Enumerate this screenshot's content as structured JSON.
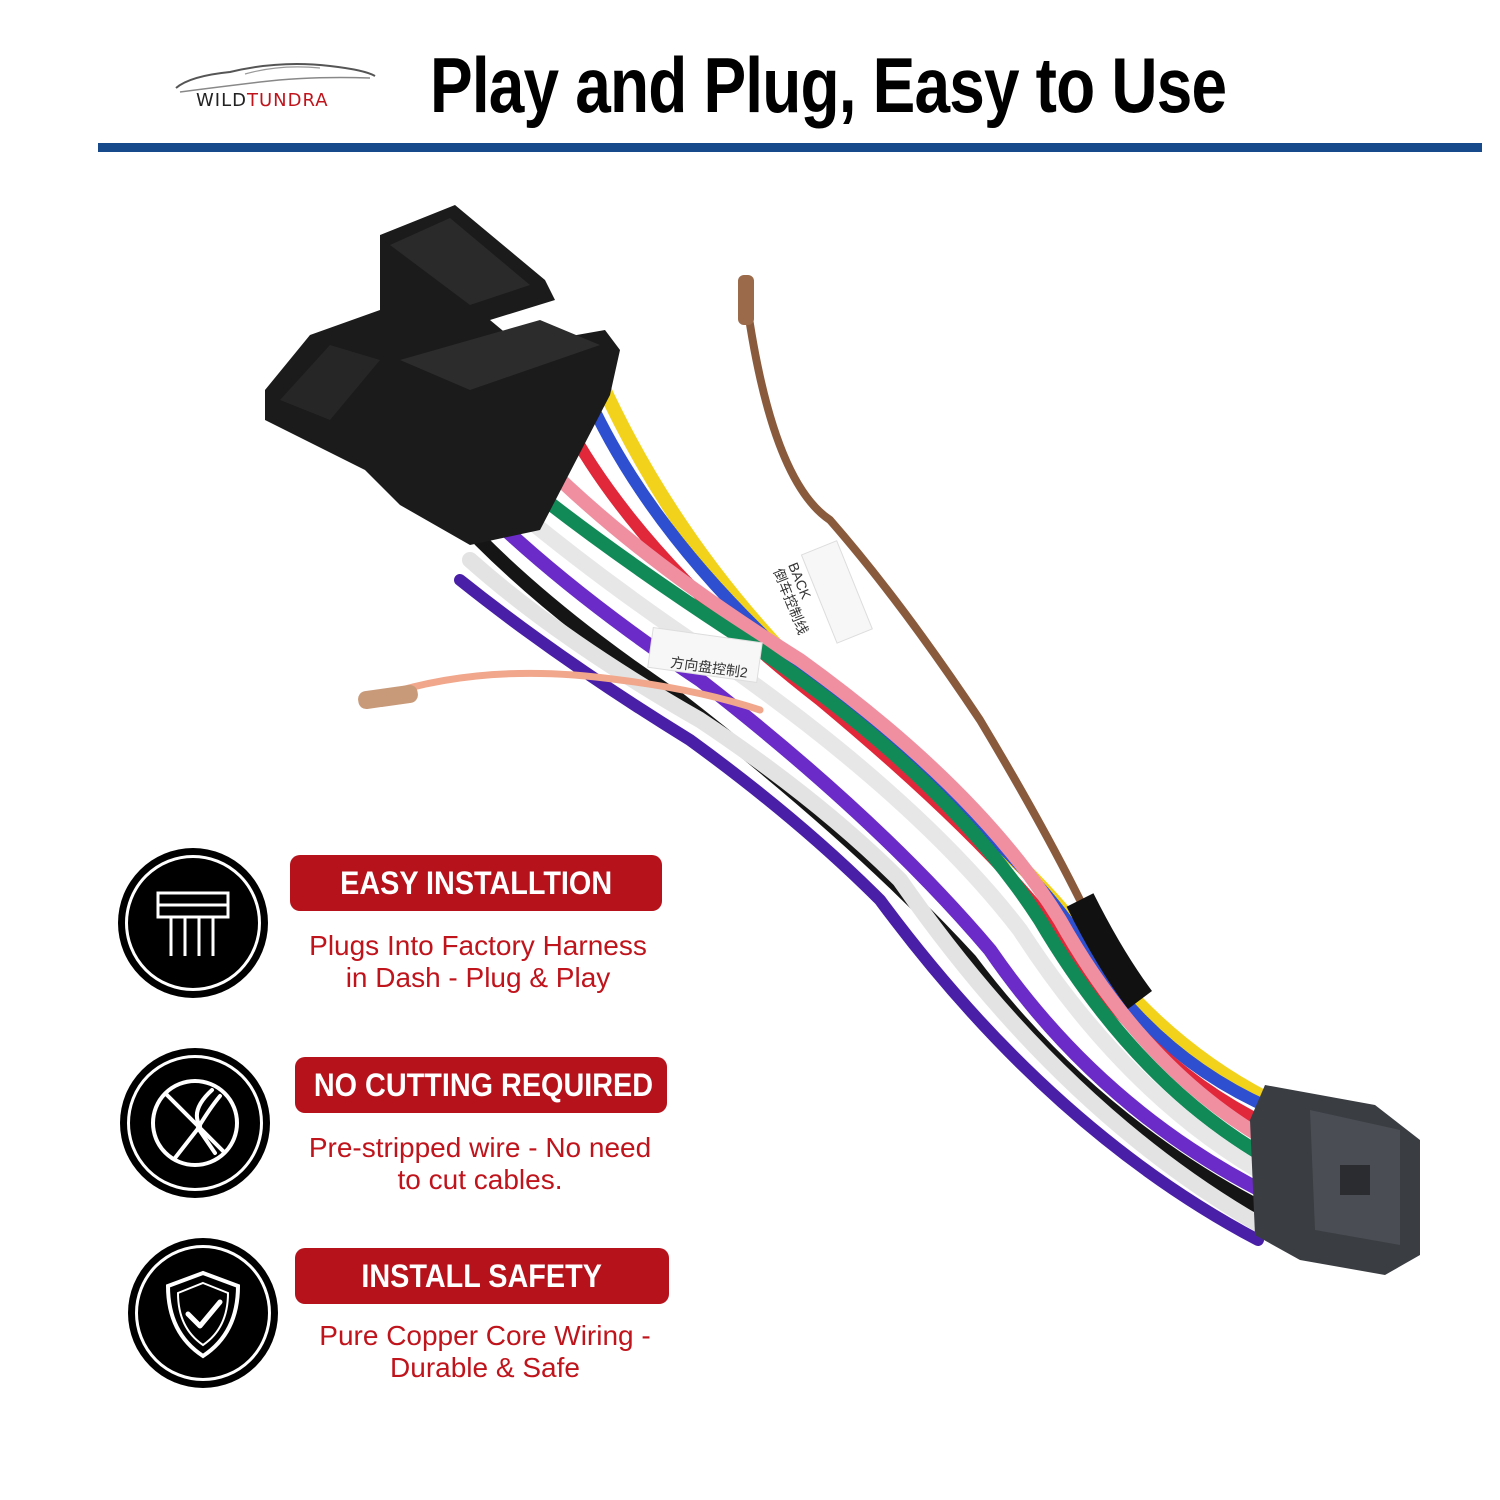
{
  "brand": {
    "part1": "WILD",
    "part2": "TUNDRA"
  },
  "headline": "Play and Plug, Easy to Use",
  "product_labels": {
    "label1": "BACK",
    "label1_zh": "倒车控制线",
    "label2_zh": "方向盘控制2"
  },
  "features": [
    {
      "title": "EASY INSTALLTION",
      "desc_line1": "Plugs Into Factory Harness",
      "desc_line2": "in Dash - Plug & Play",
      "icon": "connector-icon"
    },
    {
      "title": "NO CUTTING REQUIRED",
      "desc_line1": "Pre-stripped wire - No need",
      "desc_line2": "to cut cables.",
      "icon": "no-cutting-pliers-icon"
    },
    {
      "title": "INSTALL SAFETY",
      "desc_line1": "Pure Copper Core Wiring -",
      "desc_line2": "Durable & Safe",
      "icon": "shield-check-icon"
    }
  ],
  "colors": {
    "accent_red": "#b5121b",
    "rule_blue": "#164a8a"
  }
}
